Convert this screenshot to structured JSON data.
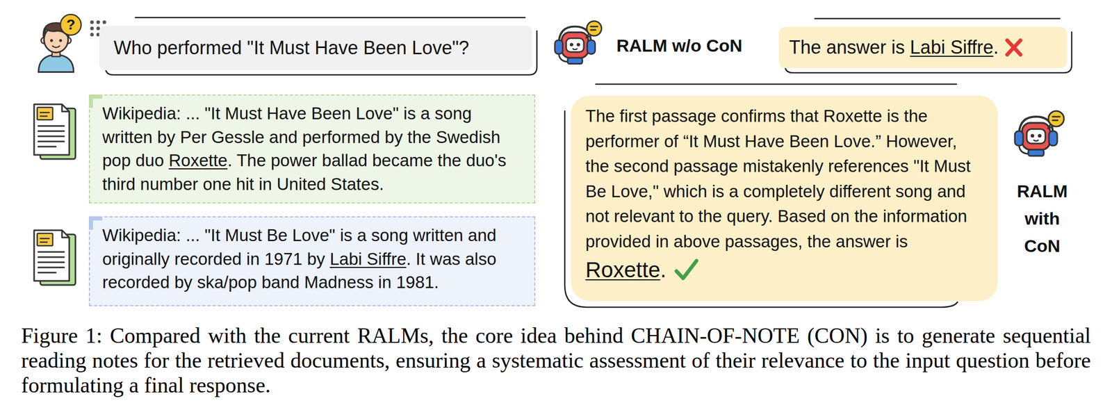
{
  "diagram": {
    "caption": "Figure 1: Compared with the current RALMs, the core idea behind CHAIN-OF-NOTE (CON) is to generate sequential reading notes for the retrieved documents, ensuring a systematic assessment of their relevance to the input question before formulating a final response.",
    "nodes": [
      {
        "text": [
          "Who performed \"It Must Have Been Love\"?"
        ]
      },
      {
        "text": [
          "Wikipedia: ... \"It Must Have Been Love\" is a song written by Per Gessle and performed by the Swedish pop duo Roxette. The power ballad became the duo's third number one hit in United States."
        ]
      },
      {
        "text": [
          "Wikipedia: ... \"It Must Be Love\" is a song written and originally recorded in 1971 by Labi Siffre. It was also recorded by ska/pop band Madness in 1981."
        ]
      },
      {
        "text": [
          "The answer is Labi Siffre."
        ]
      },
      {
        "text": [
          "The first passage confirms that Roxette is the performer of “It Must Have Been Love.” However, the second passage mistakenly references \"It Must Be Love,\" which is a completely different song and not relevant to the query. Based on the information provided in above passages, the answer is Roxette."
        ]
      }
    ],
    "labels": [
      "?",
      "RALM w/o CoN",
      "RALM with CoN"
    ]
  }
}
